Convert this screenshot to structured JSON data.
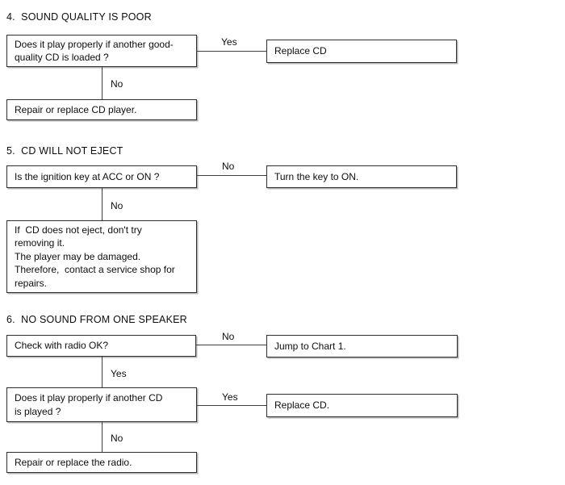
{
  "colors": {
    "background": "#ffffff",
    "box_border": "#2f2f2f",
    "box_shadow": "#b5b5b5",
    "connector": "#3f3f3f",
    "text": "#0d0d0d"
  },
  "sections": [
    {
      "number": "4",
      "title": "4.  SOUND QUALITY IS POOR",
      "question": "Does it play properly if another good-\nquality CD is loaded ?",
      "branch_label": "Yes",
      "branch_result": "Replace CD",
      "down_label": "No",
      "down_result": "Repair or replace CD player."
    },
    {
      "number": "5",
      "title": "5.  CD WILL NOT EJECT",
      "question": "Is the ignition key at ACC or ON ?",
      "branch_label": "No",
      "branch_result": "Turn the key to ON.",
      "down_label": "No",
      "down_result": "If  CD does not eject, don't try\nremoving it.\nThe player may be damaged.\nTherefore,  contact a service shop for\nrepairs."
    },
    {
      "number": "6",
      "title": "6.  NO SOUND FROM ONE SPEAKER",
      "question1": "Check with radio OK?",
      "branch1_label": "No",
      "branch1_result": "Jump to Chart 1.",
      "down1_label": "Yes",
      "question2": "Does it play properly if another CD\nis played ?",
      "branch2_label": "Yes",
      "branch2_result": "Replace CD.",
      "down2_label": "No",
      "down2_result": "Repair or replace the radio."
    }
  ]
}
